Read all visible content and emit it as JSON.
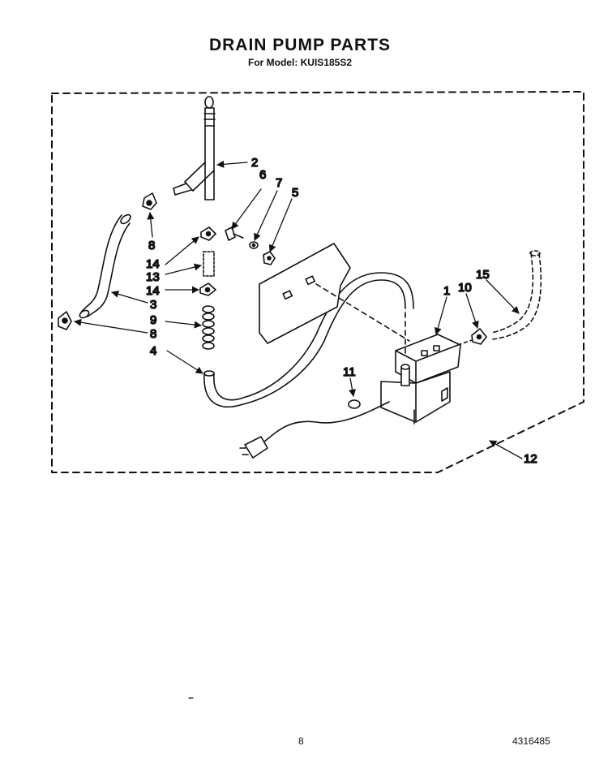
{
  "title": "DRAIN PUMP PARTS",
  "subtitle": "For Model: KUIS185S2",
  "page_number": "8",
  "document_number": "4316485",
  "callouts": {
    "c1": "1",
    "c2": "2",
    "c3": "3",
    "c4": "4",
    "c5": "5",
    "c6": "6",
    "c7": "7",
    "c8a": "8",
    "c8b": "8",
    "c9": "9",
    "c10": "10",
    "c11": "11",
    "c12": "12",
    "c13": "13",
    "c14a": "14",
    "c14b": "14",
    "c15": "15"
  }
}
